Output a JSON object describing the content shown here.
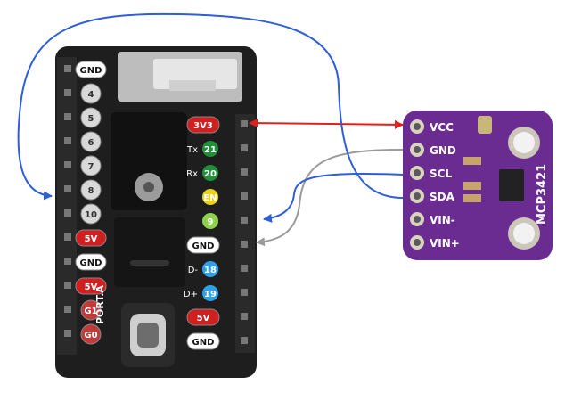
{
  "board": {
    "left_pins": [
      {
        "label": "GND",
        "style": "gnd"
      },
      {
        "label": "4",
        "style": "gpio"
      },
      {
        "label": "5",
        "style": "gpio"
      },
      {
        "label": "6",
        "style": "gpio"
      },
      {
        "label": "7",
        "style": "gpio"
      },
      {
        "label": "8",
        "style": "gpio"
      },
      {
        "label": "10",
        "style": "gpio"
      },
      {
        "label": "5V",
        "style": "power"
      },
      {
        "label": "GND",
        "style": "gnd"
      },
      {
        "label": "5V",
        "style": "power"
      },
      {
        "label": "G1",
        "style": "gpio-red"
      },
      {
        "label": "G0",
        "style": "gpio-red"
      }
    ],
    "right_pins": [
      {
        "label": "3V3",
        "style": "power"
      },
      {
        "label": "Tx",
        "num": "21",
        "style": "green"
      },
      {
        "label": "Rx",
        "num": "20",
        "style": "green"
      },
      {
        "label": "",
        "num": "EN",
        "style": "yellow"
      },
      {
        "label": "",
        "num": "9",
        "style": "lightgreen"
      },
      {
        "label": "GND",
        "style": "gnd"
      },
      {
        "label": "D-",
        "num": "18",
        "style": "blue"
      },
      {
        "label": "D+",
        "num": "19",
        "style": "blue"
      },
      {
        "label": "5V",
        "style": "power"
      },
      {
        "label": "GND",
        "style": "gnd"
      }
    ],
    "port_label": "PORT.A"
  },
  "sensor": {
    "name": "MCP3421",
    "pins": [
      "VCC",
      "GND",
      "SCL",
      "SDA",
      "VIN-",
      "VIN+"
    ]
  },
  "colors": {
    "power_wire": "#e0201c",
    "i2c_wire": "#2d5fd9",
    "gnd_wire": "#9a9a9a",
    "board": "#1e1e1e",
    "sensor": "#6a2c91"
  }
}
